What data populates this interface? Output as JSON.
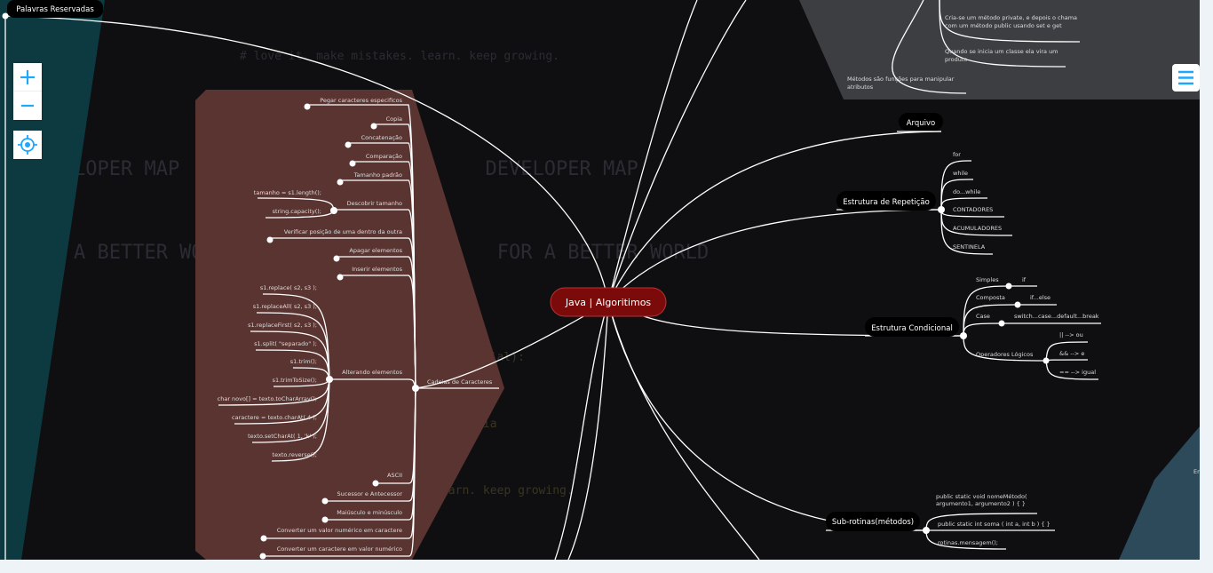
{
  "colors": {
    "background": "#0f0f12",
    "accent": "#1ea7fd",
    "root_fill": "#7b0a0a",
    "strings_panel": "#5a3431",
    "left_panel": "#0d3a40",
    "top_panel": "#3d3e42"
  },
  "root": "Java | Algoritimos",
  "left_top": "Palavras Reservadas",
  "arquivo": "Arquivo",
  "repeticao": {
    "label": "Estrutura de Repetição",
    "items": [
      "for",
      "while",
      "do...while",
      "CONTADORES",
      "ACUMULADORES",
      "SENTINELA"
    ]
  },
  "condicional": {
    "label": "Estrutura Condicional",
    "simples": "Simples",
    "simples_child": "if",
    "composta": "Composta",
    "composta_child": "if...else",
    "case": "Case",
    "case_child": "switch...case...default...break",
    "logicos": "Operadores Lógicos",
    "logicos_children": [
      "|| --> ou",
      "&& --> e",
      "== --> igual"
    ]
  },
  "subrotinas": {
    "label": "Sub-rotinas(métodos)",
    "items": [
      "public static void nomeMétodo( argumento1, argumento2 ) { }",
      "public static int soma ( int a, int b ) { }",
      "rotinas.mensagem();"
    ]
  },
  "top_notes": [
    "Cria-se um método private, e depois o chama com um método public usando set e get",
    "Quando se inicia um classe ela vira um produto",
    "Métodos são funções para manipular atributos"
  ],
  "cadeias": {
    "label": "Cadeias de Caracteres",
    "items_top": [
      "Pegar caracteres especificos",
      "Copia",
      "Concatenação",
      "Comparação",
      "Tamanho padrão"
    ],
    "descobrir": "Descobrir tamanho",
    "descobrir_children": [
      "tamanho = s1.length();",
      "string.capacity();"
    ],
    "verificar": "Verificar posição de uma dentro da outra",
    "apagar": "Apagar elementos",
    "inserir": "Inserir elementos",
    "alterando": "Alterando elementos",
    "alterando_children": [
      "s1.replace( s2, s3 );",
      "s1.replaceAll( s2, s3 );",
      "s1.replaceFirst( s2, s3 );",
      "s1.split( \"separado\" );",
      "s1.trim();",
      "s1.trimToSize();",
      "char novo[] = texto.toCharArray();",
      "caractere = texto.charAt( 4 );",
      "texto.setCharAt( 1, 'k' );",
      "texto.reverse();"
    ],
    "items_bottom": [
      "ASCII",
      "Sucessor e Antecessor",
      "Maiúsculo e minúsculo",
      "Converter um valor numérico em caractere",
      "Converter um caractere em valor numérico"
    ]
  },
  "right_partial": "En",
  "controls": {
    "zoom_in": "+",
    "zoom_out": "−"
  }
}
